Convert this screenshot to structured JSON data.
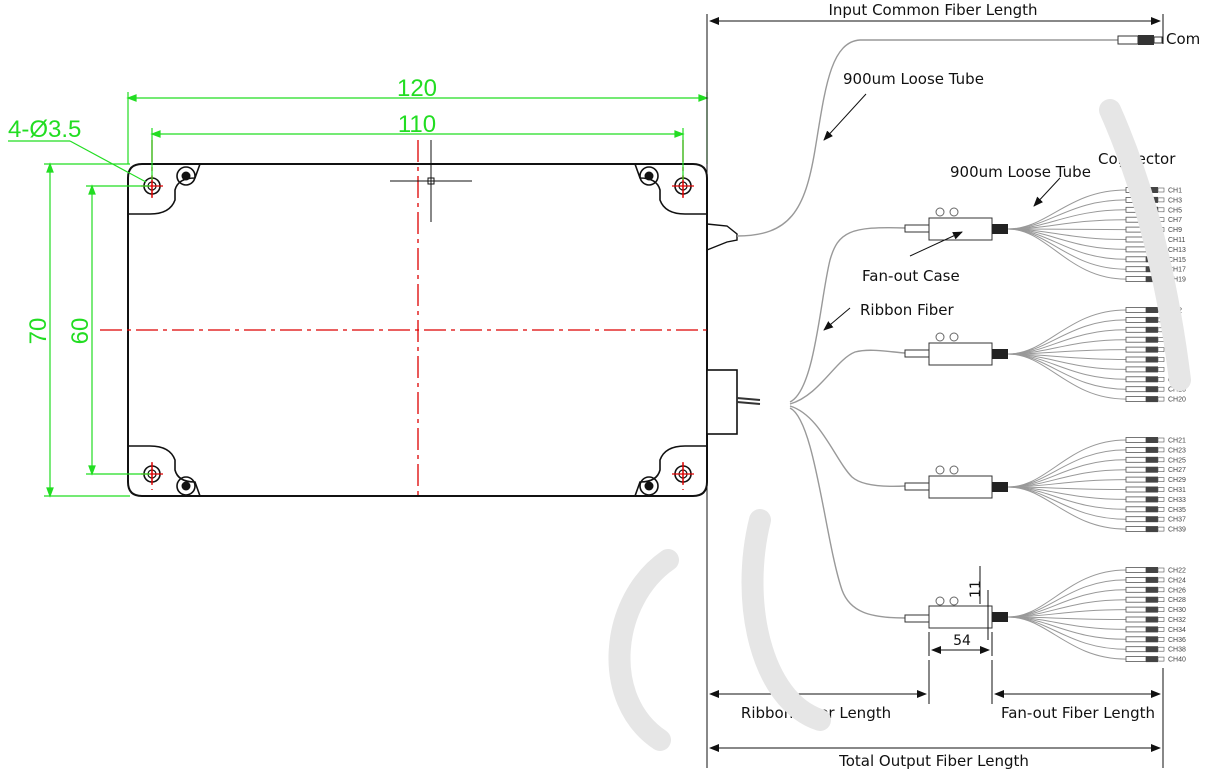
{
  "dimensions": {
    "width_120": "120",
    "width_110": "110",
    "height_70": "70",
    "height_60": "60",
    "holes": "4-Ø3.5"
  },
  "labels": {
    "input_common_fiber_length": "Input Common Fiber Length",
    "com": "Com",
    "loose_tube_1": "900um Loose Tube",
    "loose_tube_2": "900um Loose Tube",
    "connector": "Connector",
    "fanout_case": "Fan-out Case",
    "ribbon_fiber": "Ribbon Fiber",
    "ribbon_fiber_length": "Ribbon Fiber Length",
    "fanout_fiber_length": "Fan-out Fiber Length",
    "total_output_fiber_length": "Total Output Fiber Length",
    "case_dim_h": "11",
    "case_dim_w": "54"
  },
  "channels": [
    [
      "CH1",
      "CH3",
      "CH5",
      "CH7",
      "CH9",
      "CH11",
      "CH13",
      "CH15",
      "CH17",
      "CH19"
    ],
    [
      "CH2",
      "CH4",
      "CH6",
      "CH8",
      "CH10",
      "CH12",
      "CH14",
      "CH16",
      "CH18",
      "CH20"
    ],
    [
      "CH21",
      "CH23",
      "CH25",
      "CH27",
      "CH29",
      "CH31",
      "CH33",
      "CH35",
      "CH37",
      "CH39"
    ],
    [
      "CH22",
      "CH24",
      "CH26",
      "CH28",
      "CH30",
      "CH32",
      "CH34",
      "CH36",
      "CH38",
      "CH40"
    ]
  ],
  "colors": {
    "dimension": "#22dd22",
    "centerline": "#dd0000",
    "outline": "#111111",
    "fiber": "#999999"
  }
}
